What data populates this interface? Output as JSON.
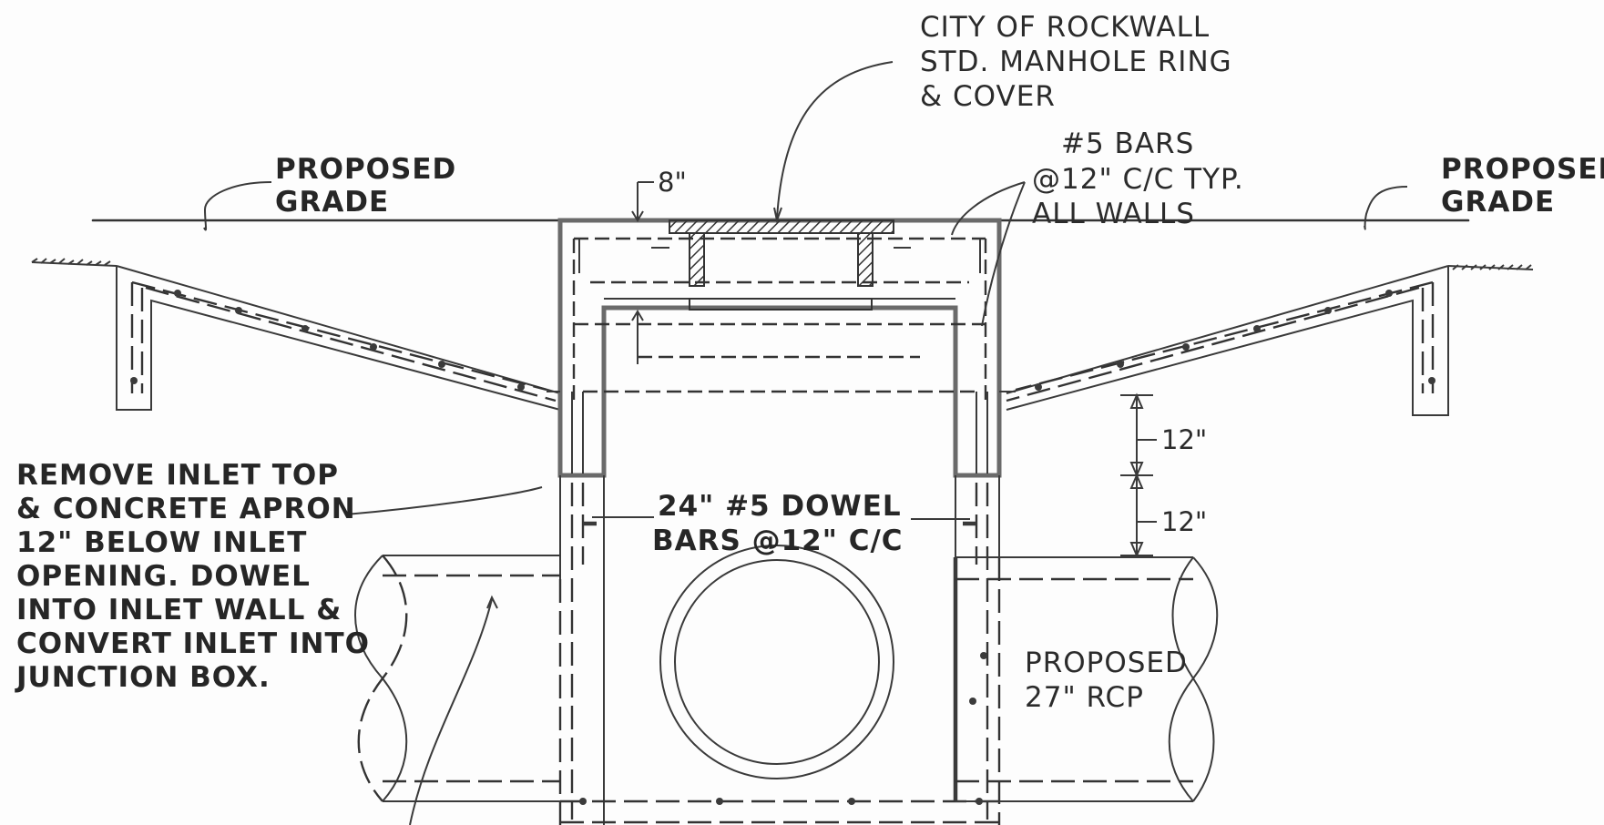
{
  "drawing": {
    "callouts": {
      "manhole": [
        "CITY OF ROCKWALL",
        "STD. MANHOLE RING",
        "& COVER"
      ],
      "grade_left": [
        "PROPOSED",
        "GRADE"
      ],
      "grade_right": [
        "PROPOSED",
        "GRADE"
      ],
      "bars": [
        "#5 BARS",
        "@12\" C/C TYP.",
        "ALL WALLS"
      ],
      "remove_inlet": [
        "REMOVE INLET TOP",
        "& CONCRETE APRON",
        "12\" BELOW INLET",
        "OPENING. DOWEL",
        "INTO INLET WALL &",
        "CONVERT INLET INTO",
        "JUNCTION BOX."
      ],
      "dowel": [
        "24\" #5 DOWEL",
        "BARS @12\" C/C"
      ],
      "pipe": [
        "PROPOSED",
        "27\" RCP"
      ]
    },
    "dimensions": {
      "slab": "8\"",
      "upper": "12\"",
      "lower": "12\""
    }
  }
}
